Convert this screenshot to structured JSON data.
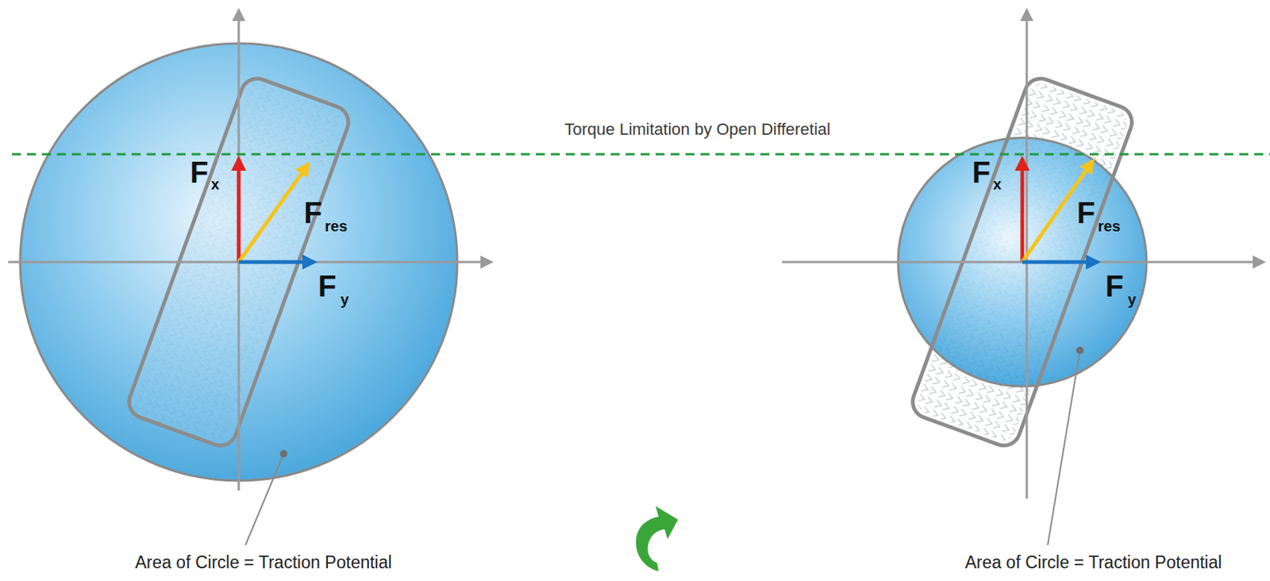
{
  "diagram": {
    "labels": [
      "Torque Limitation by Open Differetial",
      "F",
      "x",
      "F",
      "res",
      "F",
      "y",
      "F",
      "x",
      "F",
      "res",
      "F",
      "y",
      "Area of Circle = Traction Potential",
      "Area of Circle = Traction Potential"
    ]
  }
}
